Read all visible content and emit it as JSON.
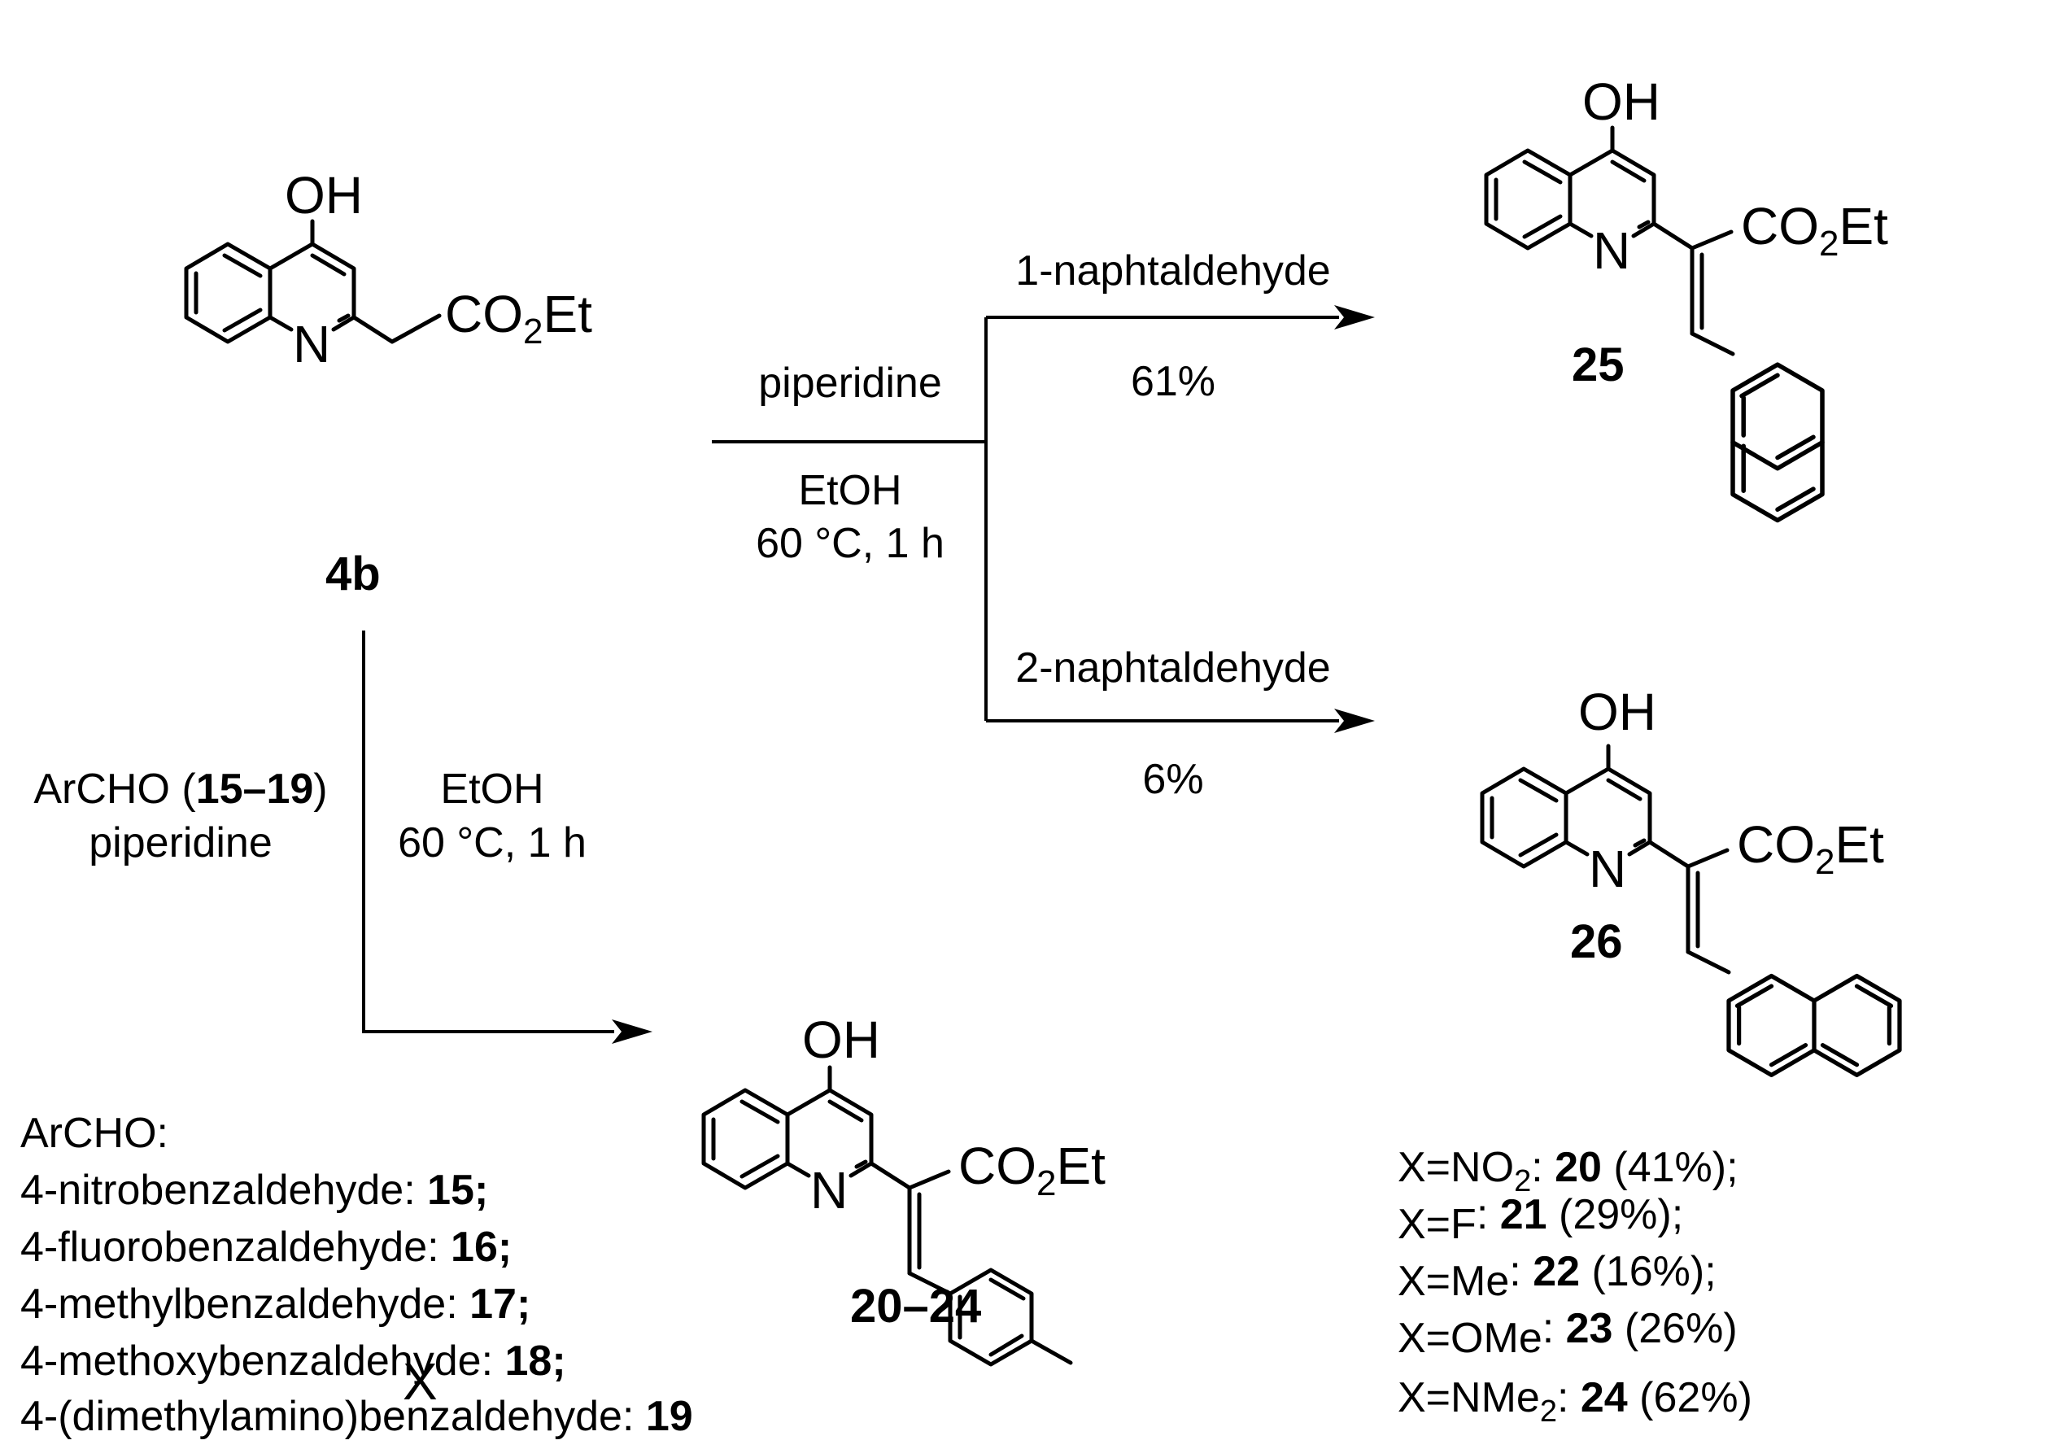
{
  "atoms": {
    "oh": "OH",
    "n": "N",
    "ester": "CO",
    "ester_sub": "2",
    "ester_tail": "Et",
    "x": "X"
  },
  "compounds": {
    "c4b": "4b",
    "c25": "25",
    "c26": "26",
    "c20_24": "20–24"
  },
  "conditions": {
    "top_reagent": "piperidine",
    "top_solvent": "EtOH",
    "top_temp_time": "60 °C, 1 h",
    "branch1_reagent": "1-naphtaldehyde",
    "branch1_yield": "61%",
    "branch2_reagent": "2-naphtaldehyde",
    "branch2_yield": "6%",
    "left_archo_pre": "ArCHO (",
    "left_archo_range": "15–19",
    "left_archo_post": ")",
    "left_reagent": "piperidine",
    "left_solvent": "EtOH",
    "left_temp_time": "60 °C, 1 h"
  },
  "archo_legend": {
    "title": "ArCHO:",
    "items": [
      {
        "name": "4-nitrobenzaldehyde: ",
        "num": "15;"
      },
      {
        "name": "4-fluorobenzaldehyde: ",
        "num": "16;"
      },
      {
        "name": "4-methylbenzaldehyde: ",
        "num": "17;"
      },
      {
        "name": "4-methoxybenzaldehyde: ",
        "num": "18;"
      },
      {
        "name": "4-(dimethylamino)benzaldehyde: ",
        "num": "19"
      }
    ]
  },
  "yields_legend": [
    {
      "pre": "X=NO",
      "sub": "2",
      "colon": ": ",
      "num": "20",
      "yield": " (41%);"
    },
    {
      "pre": "X=F",
      "sub": "",
      "colon": ": ",
      "num": "21",
      "yield": " (29%);"
    },
    {
      "pre": "X=Me",
      "sub": "",
      "colon": ": ",
      "num": "22",
      "yield": " (16%);"
    },
    {
      "pre": "X=OMe",
      "sub": "",
      "colon": ": ",
      "num": "23",
      "yield": " (26%)"
    },
    {
      "pre": "X=NMe",
      "sub": "2",
      "colon": ": ",
      "num": "24",
      "yield": " (62%)"
    }
  ]
}
